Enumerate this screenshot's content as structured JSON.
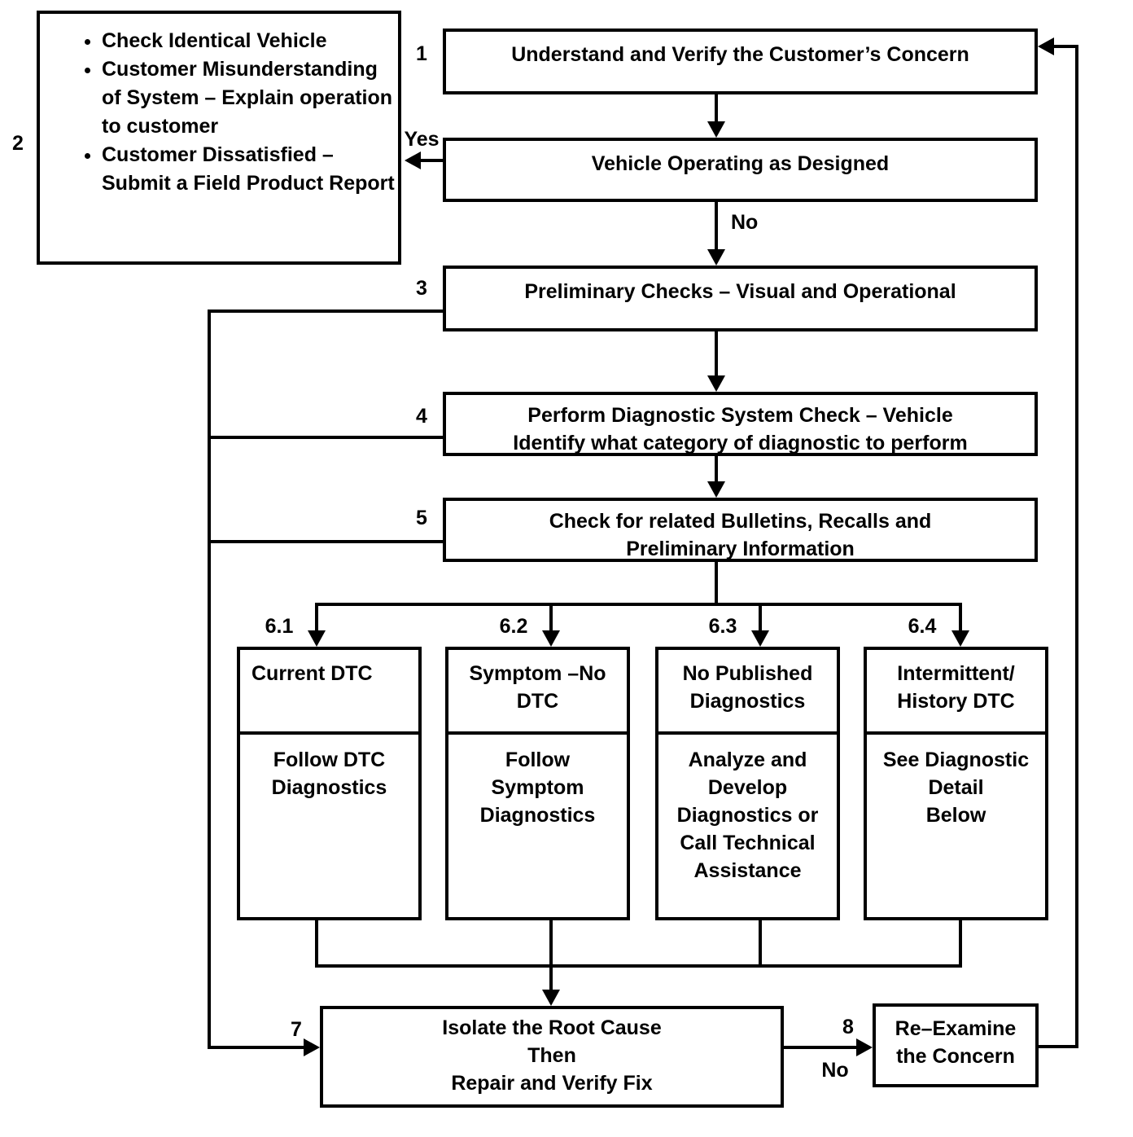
{
  "diagram": {
    "kind": "vehicle-diagnostic-strategy-flowchart"
  },
  "nodes": {
    "step1": {
      "num": "1",
      "label": "Understand and Verify the Customer’s Concern"
    },
    "step2": {
      "num": "2",
      "bullets": [
        "Check Identical Vehicle",
        "Customer Misunderstanding of System – Explain operation to customer",
        "Customer Dissatisfied – Submit a Field Product Report"
      ]
    },
    "vod": {
      "label": "Vehicle Operating as Designed"
    },
    "step3": {
      "num": "3",
      "label": "Preliminary Checks – Visual and Operational"
    },
    "step4": {
      "num": "4",
      "lines": [
        "Perform Diagnostic System Check – Vehicle",
        "Identify what category of diagnostic to perform"
      ]
    },
    "step5": {
      "num": "5",
      "lines": [
        "Check for related Bulletins, Recalls and",
        "Preliminary Information"
      ]
    },
    "cat1": {
      "num": "6.1",
      "header_lines": [
        "Current DTC"
      ],
      "body_lines": [
        "Follow DTC",
        "Diagnostics"
      ]
    },
    "cat2": {
      "num": "6.2",
      "header_lines": [
        "Symptom –No",
        "DTC"
      ],
      "body_lines": [
        "Follow",
        "Symptom",
        "Diagnostics"
      ]
    },
    "cat3": {
      "num": "6.3",
      "header_lines": [
        "No Published",
        "Diagnostics"
      ],
      "body_lines": [
        "Analyze and",
        "Develop",
        "Diagnostics or",
        "Call Technical",
        "Assistance"
      ]
    },
    "cat4": {
      "num": "6.4",
      "header_lines": [
        "Intermittent/",
        "History DTC"
      ],
      "body_lines": [
        "See Diagnostic",
        "Detail",
        "Below"
      ]
    },
    "step7": {
      "num": "7",
      "lines": [
        "Isolate the Root Cause",
        "Then",
        "Repair and Verify Fix"
      ]
    },
    "step8": {
      "num": "8",
      "lines": [
        "Re–Examine",
        "the Concern"
      ]
    }
  },
  "edges": {
    "yes_label": "Yes",
    "no_vod_label": "No",
    "no_repair_label": "No"
  }
}
